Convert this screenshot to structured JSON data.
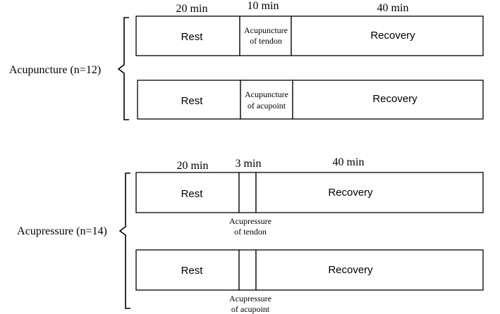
{
  "acupuncture": {
    "group_label": "Acupuncture (n=12)",
    "durations": {
      "rest": "20 min",
      "intervention": "10 min",
      "recovery": "40 min"
    },
    "rows": [
      {
        "rest": "Rest",
        "intervention_line1": "Acupuncture",
        "intervention_line2": "of tendon",
        "recovery": "Recovery"
      },
      {
        "rest": "Rest",
        "intervention_line1": "Acupuncture",
        "intervention_line2": "of acupoint",
        "recovery": "Recovery"
      }
    ]
  },
  "acupressure": {
    "group_label": "Acupressure (n=14)",
    "durations": {
      "rest": "20 min",
      "intervention": "3 min",
      "recovery": "40 min"
    },
    "rows": [
      {
        "rest": "Rest",
        "intervention_line1": "Acupressure",
        "intervention_line2": "of tendon",
        "recovery": "Recovery"
      },
      {
        "rest": "Rest",
        "intervention_line1": "Acupressure",
        "intervention_line2": "of acupoint",
        "recovery": "Recovery"
      }
    ]
  }
}
